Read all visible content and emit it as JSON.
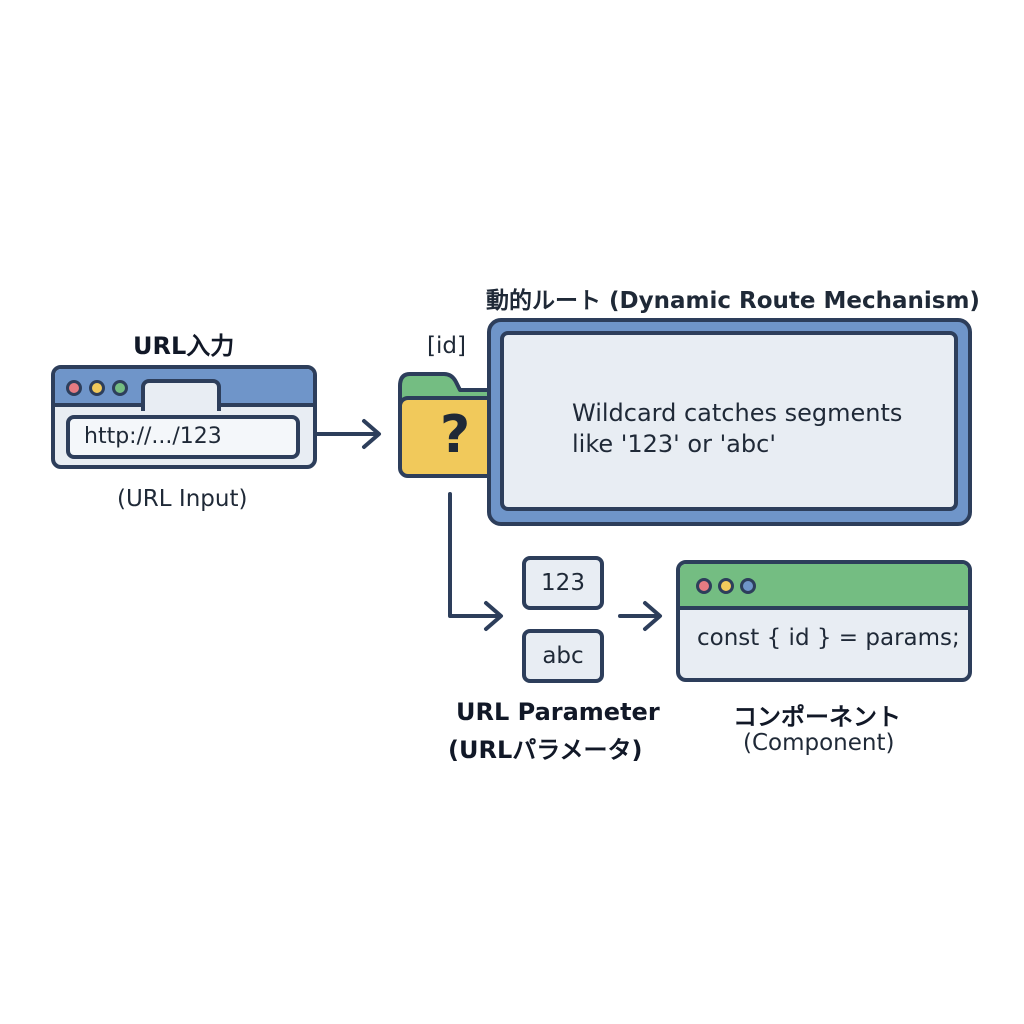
{
  "url_input": {
    "title": "URL入力",
    "subtitle": "(URL Input)",
    "address": "http://.../123",
    "dot_colors": [
      "#e57b82",
      "#f1c95b",
      "#74bd82"
    ]
  },
  "dynamic_route": {
    "title": "動的ルート (Dynamic Route Mechanism)",
    "folder_label": "[id]",
    "folder_symbol": "?",
    "description_line1": "Wildcard catches segments",
    "description_line2": "like '123' or 'abc'"
  },
  "url_parameter": {
    "values": [
      "123",
      "abc"
    ],
    "title": "URL Parameter",
    "subtitle": "(URLパラメータ)"
  },
  "component": {
    "title": "コンポーネント",
    "subtitle": "(Component)",
    "code": "const { id } = params;",
    "dot_colors": [
      "#e57b82",
      "#f1c95b",
      "#6f95c9"
    ]
  },
  "colors": {
    "outline": "#2d3e5b",
    "blue": "#6f95c9",
    "green": "#74bd82",
    "yellow": "#f1c95b",
    "panel": "#e8edf3"
  }
}
